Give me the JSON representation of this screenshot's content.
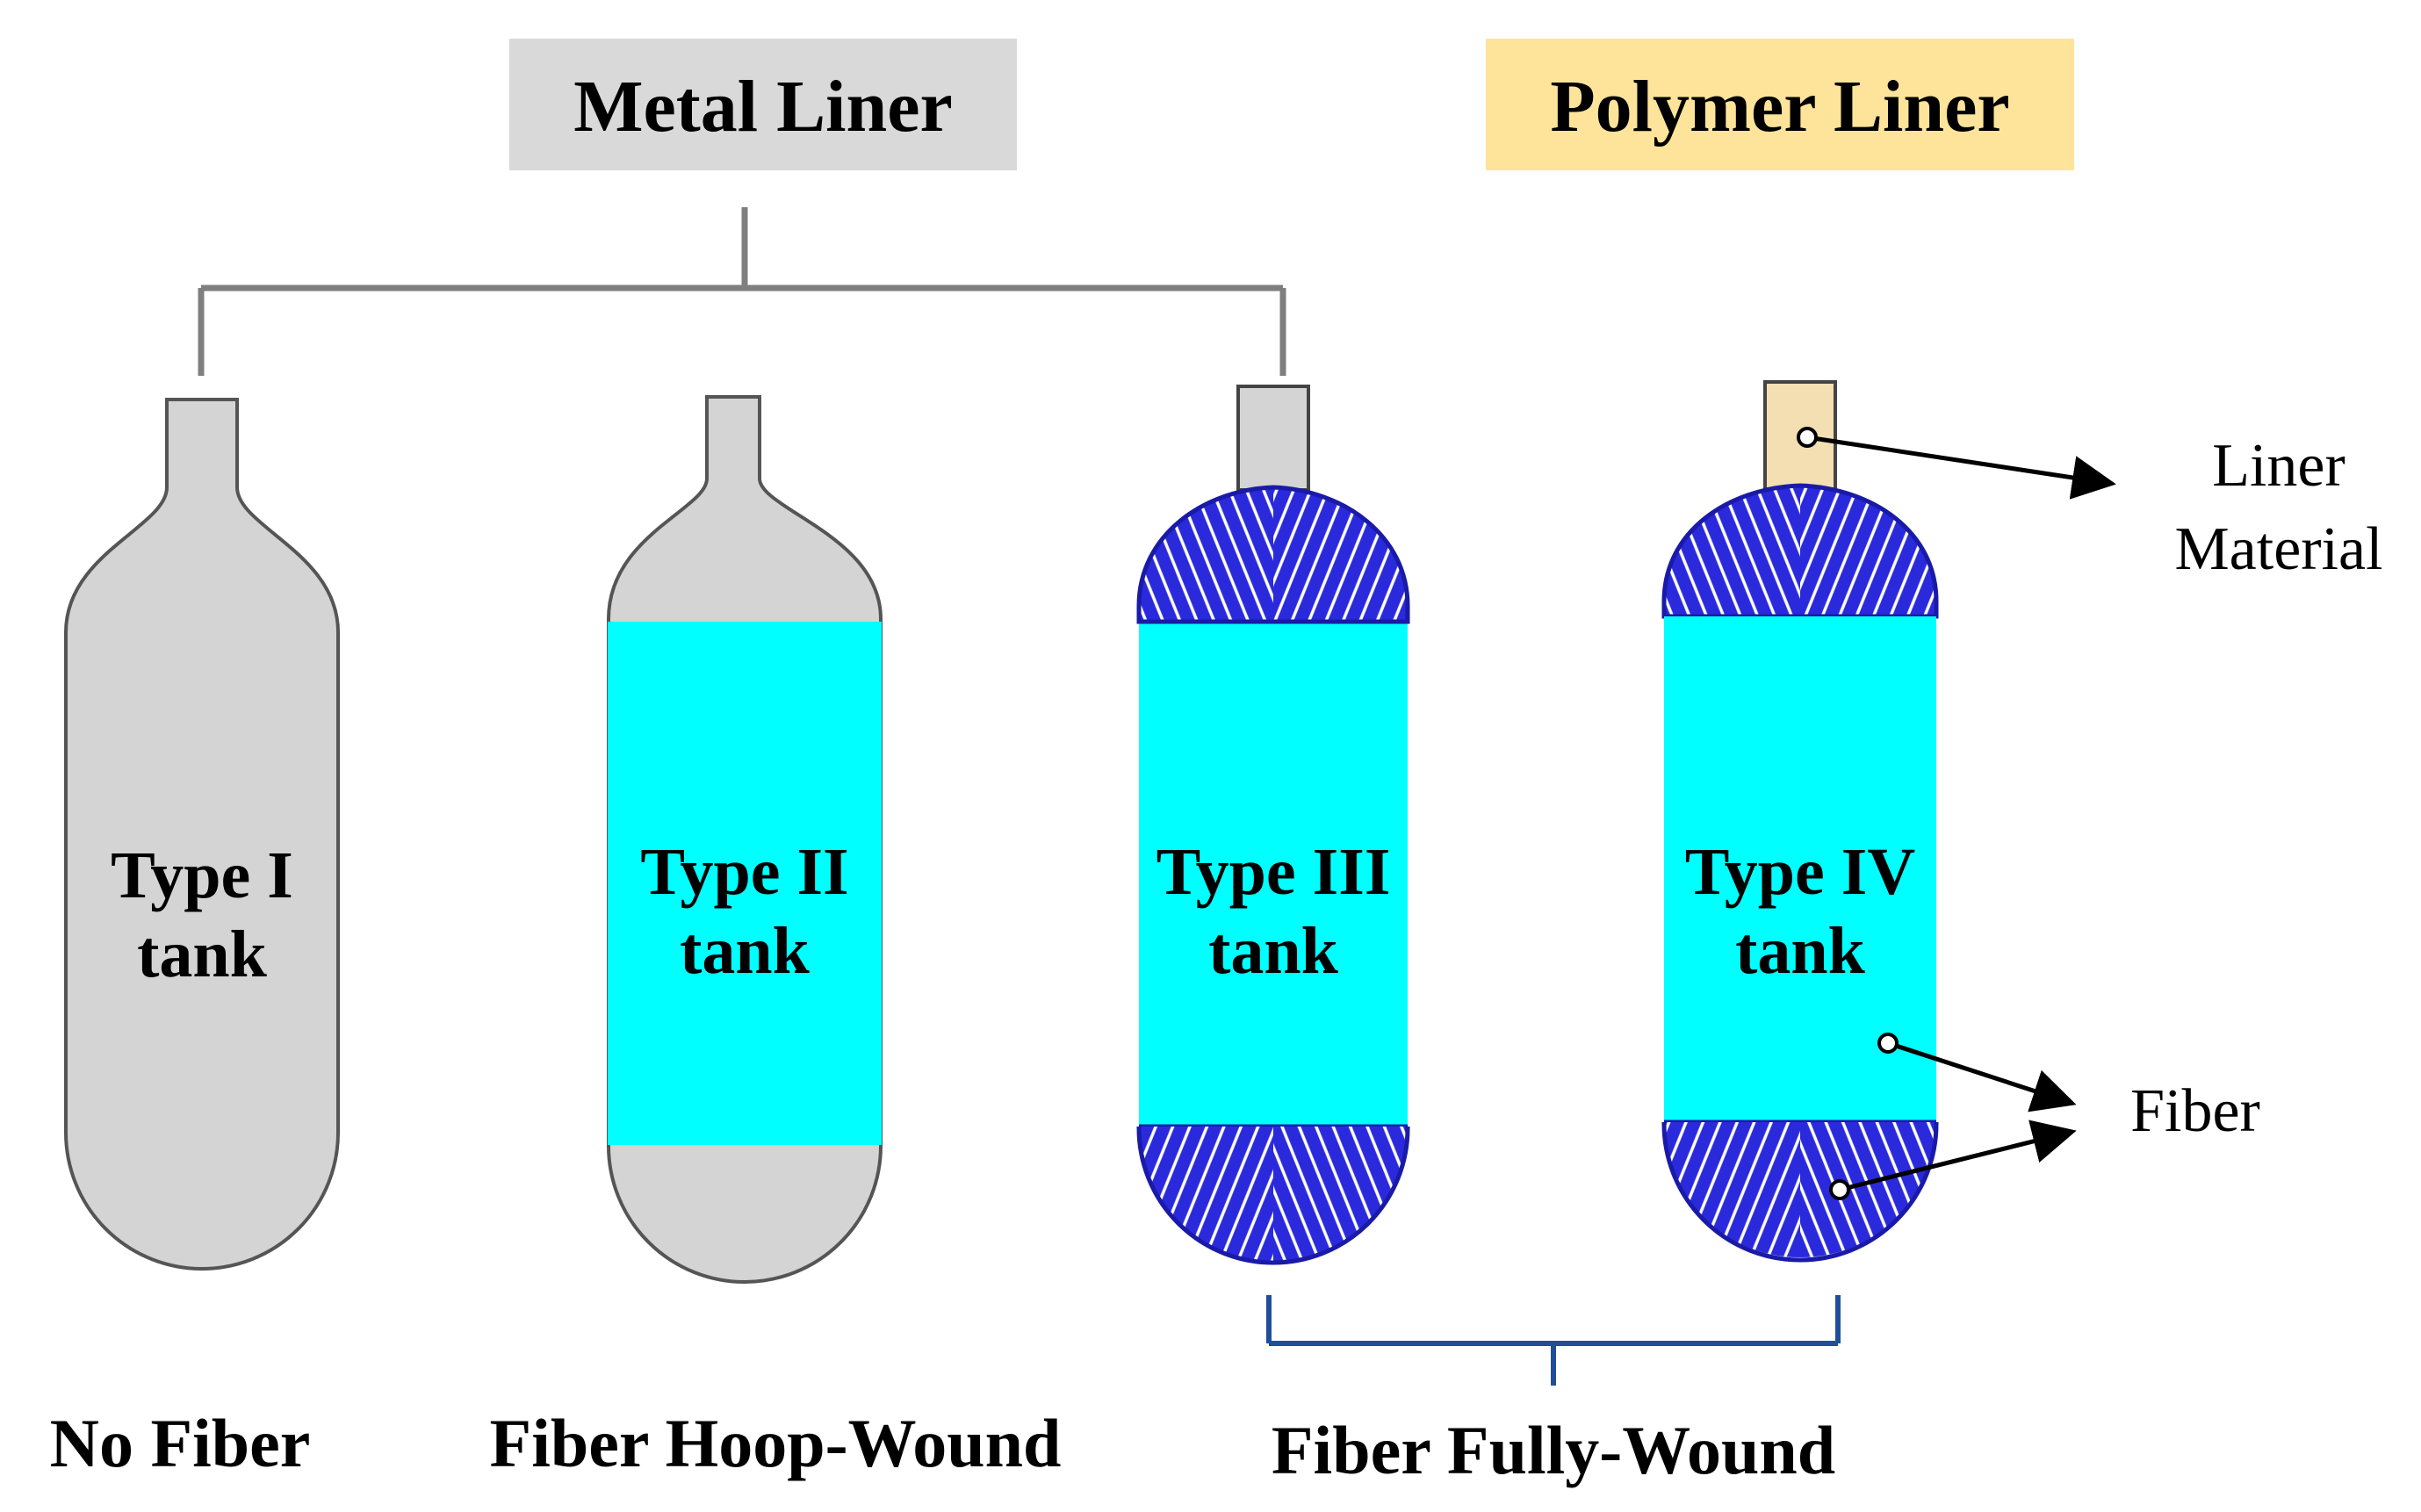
{
  "headers": {
    "metal": "Metal Liner",
    "polymer": "Polymer Liner"
  },
  "tanks": [
    {
      "line1": "Type I",
      "line2": "tank"
    },
    {
      "line1": "Type II",
      "line2": "tank"
    },
    {
      "line1": "Type III",
      "line2": "tank"
    },
    {
      "line1": "Type IV",
      "line2": "tank"
    }
  ],
  "bottom_labels": {
    "no_fiber": "No Fiber",
    "hoop_wound": "Fiber Hoop-Wound",
    "fully_wound": "Fiber Fully-Wound"
  },
  "callouts": {
    "liner_line1": "Liner",
    "liner_line2": "Material",
    "fiber": "Fiber"
  },
  "colors": {
    "metal_header_bg": "#d9d9d9",
    "polymer_header_bg": "#fde49a",
    "metal_liner": "#d4d4d4",
    "polymer_liner": "#f3dfb2",
    "hoop_fiber": "#00ffff",
    "helical_fiber": "#2a2adc",
    "bracket_gray": "#7f7f7f",
    "bracket_blue": "#1f4e9b"
  }
}
